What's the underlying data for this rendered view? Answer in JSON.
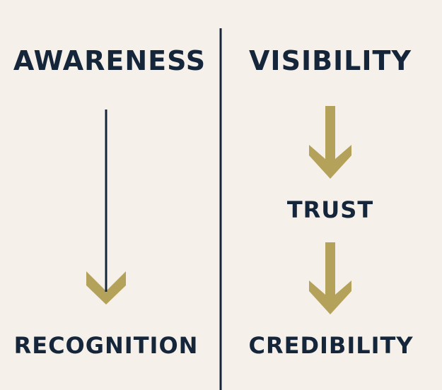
{
  "left": {
    "top": "AWARENESS",
    "bottom": "RECOGNITION"
  },
  "right": {
    "top": "VISIBILITY",
    "middle": "TRUST",
    "bottom": "CREDIBILITY"
  },
  "colors": {
    "background": "#f5f1ea",
    "navy": "#16263a",
    "gold": "#b5a25a"
  }
}
